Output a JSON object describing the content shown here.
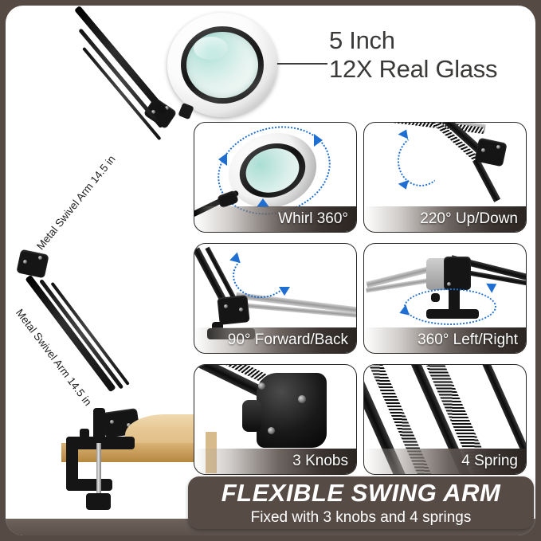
{
  "theme": {
    "frame_color": "#554a44",
    "banner_color": "#574b45",
    "accent_blue": "#1f6ed2",
    "headline_color": "#3b3a38",
    "lens_glass_color": "#c7e9e2",
    "desk_wood_color": "#e7c893"
  },
  "headline": {
    "line1": "5 Inch",
    "line2": "12X Real Glass"
  },
  "product": {
    "arm_label_upper": "Metal Swivel Arm 14.5 in",
    "arm_label_lower": "Metal Swivel Arm 14.5 in"
  },
  "panels": [
    {
      "caption": "Whirl 360°"
    },
    {
      "caption": "220° Up/Down"
    },
    {
      "caption": "90° Forward/Back"
    },
    {
      "caption": "360° Left/Right"
    },
    {
      "caption": "3 Knobs"
    },
    {
      "caption": "4 Spring"
    }
  ],
  "banner": {
    "title": "FLEXIBLE SWING ARM",
    "subtitle": "Fixed with 3 knobs and 4 springs"
  }
}
